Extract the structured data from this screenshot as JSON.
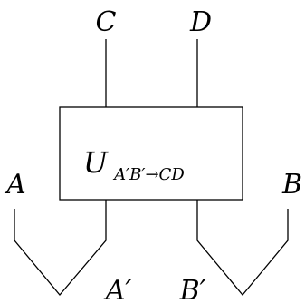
{
  "diagram": {
    "operator": {
      "symbol": "U",
      "subscript": "A′B′→CD"
    },
    "labels": {
      "top_left": "C",
      "top_right": "D",
      "left_outer": "A",
      "right_outer": "B",
      "left_inner": "A′",
      "right_inner": "B′"
    }
  }
}
